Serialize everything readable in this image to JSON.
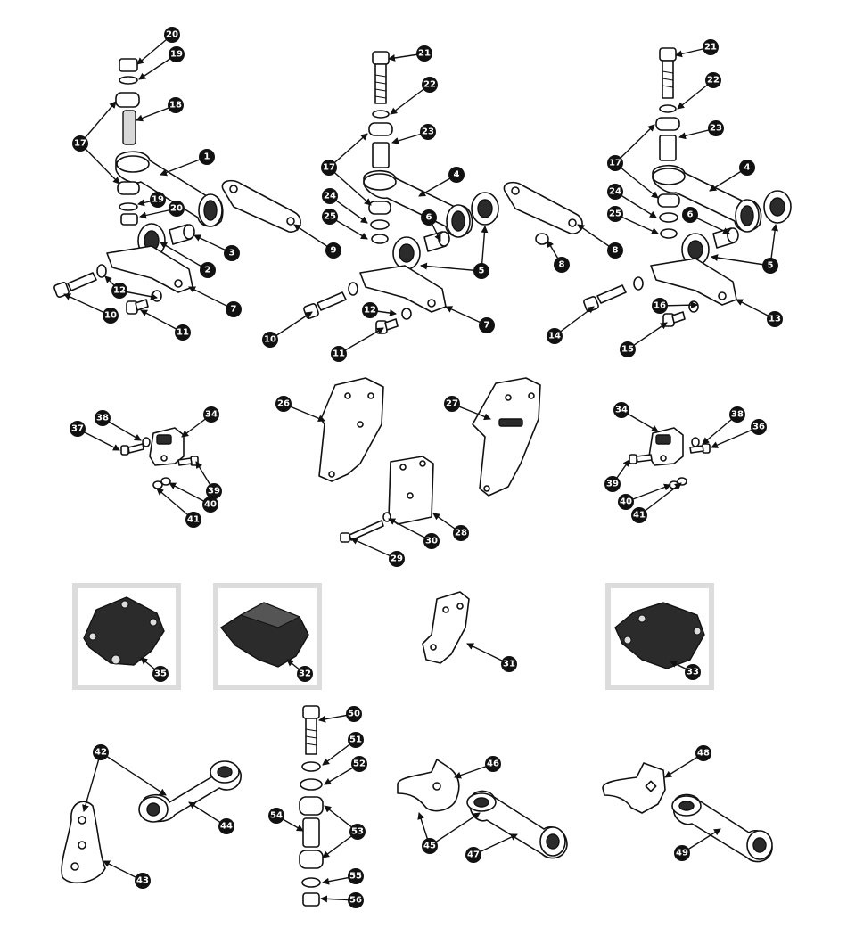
{
  "diagram": {
    "callouts": [
      "1",
      "2",
      "3",
      "4",
      "5",
      "6",
      "7",
      "8",
      "9",
      "10",
      "11",
      "12",
      "13",
      "14",
      "15",
      "16",
      "17",
      "18",
      "19",
      "20",
      "21",
      "22",
      "23",
      "24",
      "25",
      "26",
      "27",
      "28",
      "29",
      "30",
      "31",
      "32",
      "33",
      "34",
      "35",
      "36",
      "37",
      "38",
      "39",
      "40",
      "41",
      "42",
      "43",
      "44",
      "45",
      "46",
      "47",
      "48",
      "49",
      "50",
      "51",
      "52",
      "53",
      "54",
      "55",
      "56"
    ]
  }
}
